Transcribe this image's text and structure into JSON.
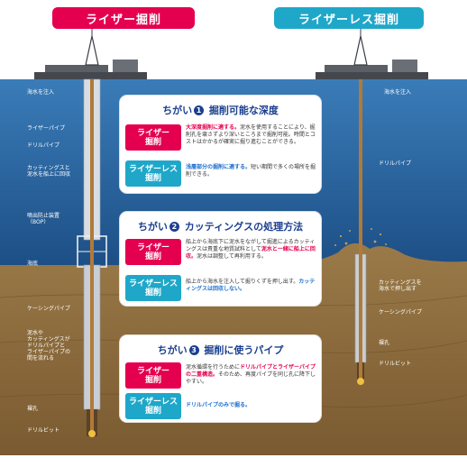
{
  "titles": {
    "riser": "ライザー掘削",
    "riserless": "ライザーレス掘削"
  },
  "colors": {
    "riser": "#e5004f",
    "riserless": "#1fa7c9",
    "sea": "#2d6ca8",
    "seabed": "#8a6a3c",
    "heading": "#1b3f8f"
  },
  "left_labels": {
    "seawater_injection": "海水を注入",
    "riser_pipe": "ライザーパイプ",
    "drill_pipe": "ドリルパイプ",
    "cuttings_recovery": [
      "カッティングスと",
      "泥水を船上に回収"
    ],
    "bop": [
      "噴出防止装置",
      "（BOP）"
    ],
    "seafloor": "海底",
    "casing_pipe": "ケーシングパイプ",
    "mud_flow": [
      "泥水や",
      "カッティングスが",
      "ドリルパイプと",
      "ライザーパイプの",
      "間を流れる"
    ],
    "borehole": "裸孔",
    "drill_bit": "ドリルビット"
  },
  "right_labels": {
    "seawater_injection": "海水を注入",
    "drill_pipe": "ドリルパイプ",
    "cuttings_pushed": [
      "カッティングスを",
      "海水で押し出す"
    ],
    "casing_pipe": "ケーシングパイプ",
    "borehole": "裸孔",
    "drill_bit": "ドリルビット"
  },
  "differences": [
    {
      "label": "ちがい",
      "number": "1",
      "title": "掘削可能な深度",
      "riser_tag": [
        "ライザー",
        "掘削"
      ],
      "riser_highlight": "大深度掘削に適する。",
      "riser_text": "泥水を使用することにより、掘削孔を壊さずより深いところまで掘削可能。時間とコストはかかるが確実に掘り進むことができる。",
      "less_tag": [
        "ライザーレス",
        "掘削"
      ],
      "less_highlight": "浅層部分の掘削に適する。",
      "less_text": "短い期間で多くの場所を掘削できる。"
    },
    {
      "label": "ちがい",
      "number": "2",
      "title": "カッティングスの処理方法",
      "riser_tag": [
        "ライザー",
        "掘削"
      ],
      "riser_text_a": "船上から海底下に泥水をながして掘進によるカッティングスは貴重な地質試料として",
      "riser_highlight": "泥水と一緒に船上に回収。",
      "riser_text_b": "泥水は調整して再利用する。",
      "less_tag": [
        "ライザーレス",
        "掘削"
      ],
      "less_text": "船上から海水を注入して掘りくずを押し出す。",
      "less_highlight": "カッティングスは回収しない。"
    },
    {
      "label": "ちがい",
      "number": "3",
      "title": "掘削に使うパイプ",
      "riser_tag": [
        "ライザー",
        "掘削"
      ],
      "riser_text_a": "泥水循環を行うために",
      "riser_highlight": "ドリルパイプとライザーパイプの二重構造。",
      "riser_text_b": "そのため、再度パイプを同じ孔に降下しやすい。",
      "less_tag": [
        "ライザーレス",
        "掘削"
      ],
      "less_highlight": "ドリルパイプのみで掘る。"
    }
  ]
}
